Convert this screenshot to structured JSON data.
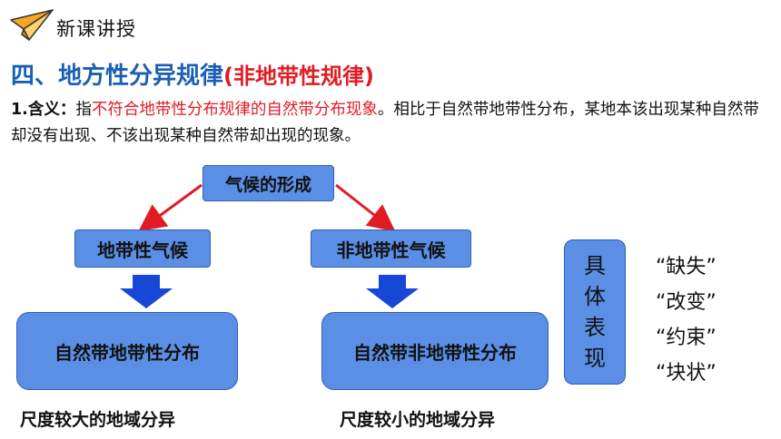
{
  "header": {
    "title": "新课讲授",
    "logo_icon": "paper-plane-icon"
  },
  "section": {
    "title": "四、地方性分异规律",
    "title_paren": "(非地带性规律)"
  },
  "definition": {
    "label": "1.含义：",
    "lead": "指",
    "highlight": "不符合地带性分布规律的自然带分布现象",
    "rest": "。相比于自然带地带性分布，某地本该出现某种自然带却没有出现、不该出现某种自然带却出现的现象。"
  },
  "diagram": {
    "root": "气候的形成",
    "zonal_climate": "地带性气候",
    "azonal_climate": "非地带性气候",
    "zonal_distribution": "自然带地带性分布",
    "azonal_distribution": "自然带非地带性分布",
    "caption_large": "尺度较大的地域分异",
    "caption_small": "尺度较小的地域分异"
  },
  "manifestation": {
    "chars": [
      "具",
      "体",
      "表",
      "现"
    ],
    "examples": [
      "“缺失”",
      "“改变”",
      "“约束”",
      "“块状”"
    ]
  },
  "colors": {
    "blue_box": "#5b8fe6",
    "title_blue": "#1a5fb4",
    "red": "#e01b24",
    "arrow_blue": "#1747d6"
  }
}
